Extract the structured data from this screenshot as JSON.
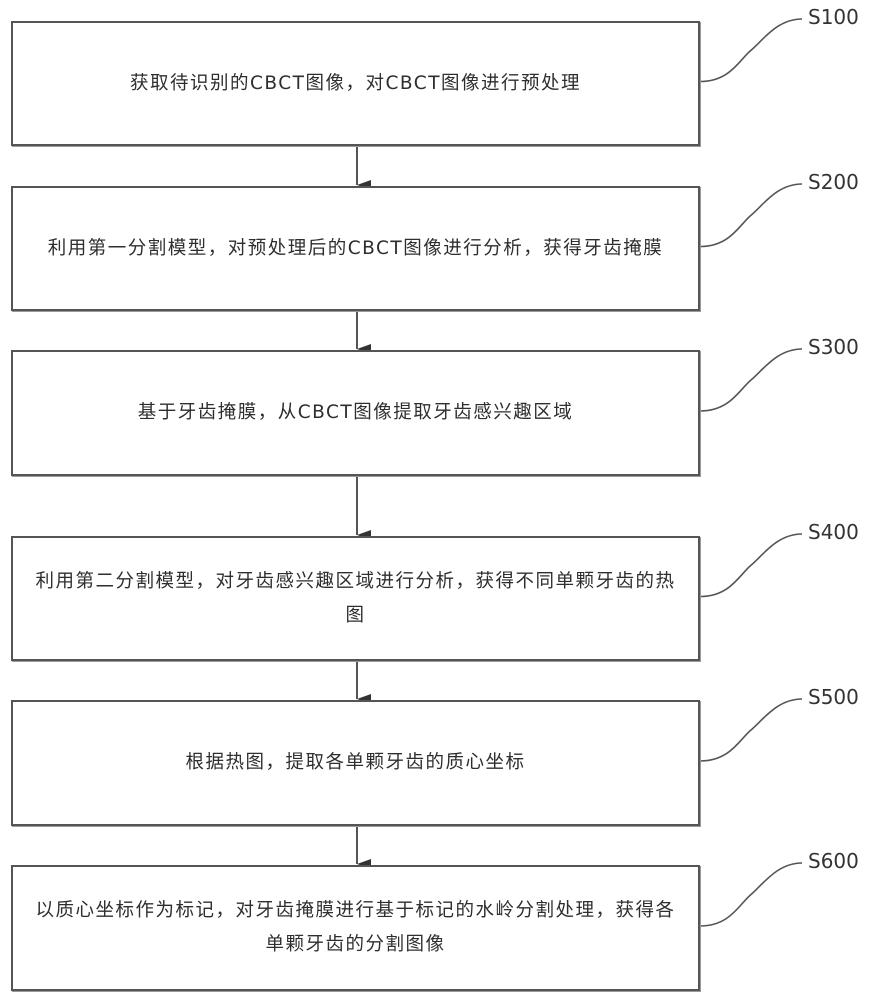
{
  "diagram": {
    "type": "flowchart",
    "direction": "top-to-bottom",
    "steps": [
      {
        "id": "S100",
        "label": "S100",
        "text": "获取待识别的CBCT图像，对CBCT图像进行预处理"
      },
      {
        "id": "S200",
        "label": "S200",
        "text": "利用第一分割模型，对预处理后的CBCT图像进行分析，获得牙齿掩膜"
      },
      {
        "id": "S300",
        "label": "S300",
        "text": "基于牙齿掩膜，从CBCT图像提取牙齿感兴趣区域"
      },
      {
        "id": "S400",
        "label": "S400",
        "text": "利用第二分割模型，对牙齿感兴趣区域进行分析，获得不同单颗牙齿的热图"
      },
      {
        "id": "S500",
        "label": "S500",
        "text": "根据热图，提取各单颗牙齿的质心坐标"
      },
      {
        "id": "S600",
        "label": "S600",
        "text": "以质心坐标作为标记，对牙齿掩膜进行基于标记的水岭分割处理，获得各单颗牙齿的分割图像"
      }
    ],
    "edges": [
      {
        "from": "S100",
        "to": "S200"
      },
      {
        "from": "S200",
        "to": "S300"
      },
      {
        "from": "S300",
        "to": "S400"
      },
      {
        "from": "S400",
        "to": "S500"
      },
      {
        "from": "S500",
        "to": "S600"
      }
    ],
    "colors": {
      "line": "#555555",
      "text": "#2e2e2e",
      "background": "#ffffff"
    }
  }
}
